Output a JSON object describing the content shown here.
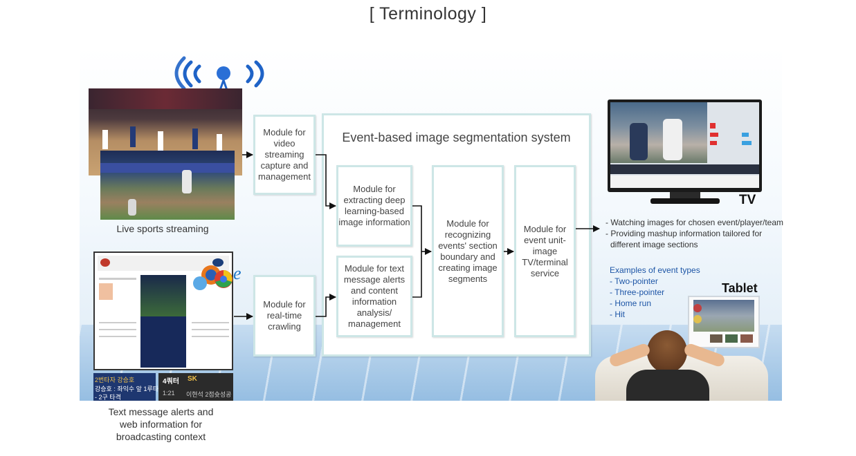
{
  "title": "[ Terminology ]",
  "inputs": {
    "live_caption": "Live sports streaming",
    "web_caption": "Text message alerts and web information for broadcasting context",
    "score_text": {
      "row1_left": "2번타자 강승호",
      "row1_mid": "4쿼터",
      "row1_right": "SK",
      "row2_left": "강승호 : 좌익수 앞 1루타",
      "row2_time": "1:21",
      "row2_right": "이현석 2점슛성공",
      "row3_left": "- 2구 타격"
    }
  },
  "modules": {
    "video_capture": "Module for video streaming capture and management",
    "crawling": "Module for real-time crawling",
    "deep_learning": "Module for extracting deep learning-based image information",
    "text_analysis": "Module for text message alerts and content information analysis/ management",
    "event_recognition": "Module for recognizing events' section boundary and creating image segments",
    "service": "Module for event unit-image TV/terminal service"
  },
  "system_title": "Event-based image segmentation system",
  "outputs": {
    "tv_label": "TV",
    "tablet_label": "Tablet",
    "bullets": [
      "- Watching images for chosen event/player/team",
      "- Providing mashup information tailored for",
      "different image sections"
    ],
    "examples_title": "Examples of event types",
    "examples": [
      "- Two-pointer",
      "- Three-pointer",
      "- Home run",
      "- Hit"
    ]
  },
  "colors": {
    "box_border": "#cde6e6",
    "example_text": "#1d55a6",
    "antenna": "#1f63c7"
  }
}
